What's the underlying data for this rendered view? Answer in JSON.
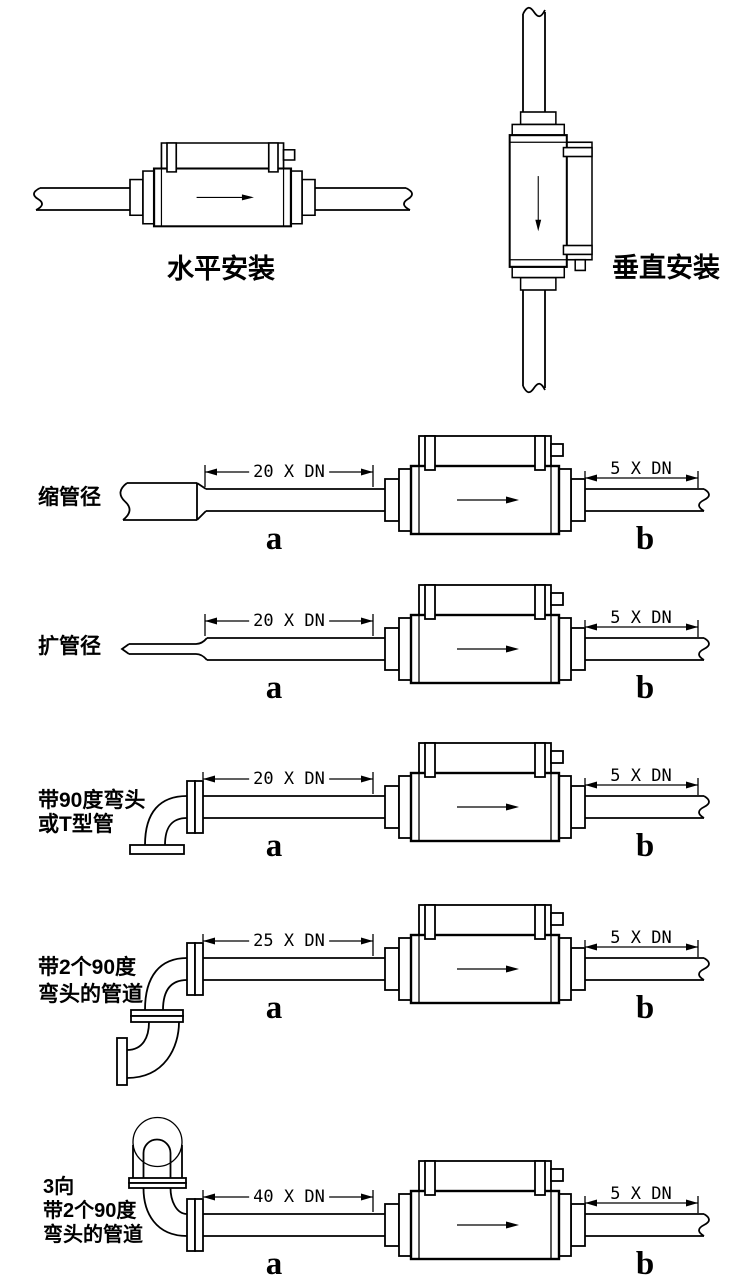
{
  "colors": {
    "background": "#ffffff",
    "line": "#000000"
  },
  "installation": {
    "horizontal_caption": "水平安装",
    "vertical_caption": "垂直安装"
  },
  "rows": [
    {
      "caption_lines": [
        "缩管径"
      ],
      "upstream_dim": "20 X DN",
      "upstream_label": "a",
      "downstream_dim": "5 X DN",
      "downstream_label": "b"
    },
    {
      "caption_lines": [
        "扩管径"
      ],
      "upstream_dim": "20 X DN",
      "upstream_label": "a",
      "downstream_dim": "5 X DN",
      "downstream_label": "b"
    },
    {
      "caption_lines": [
        "带90度弯头",
        "或T型管"
      ],
      "upstream_dim": "20 X DN",
      "upstream_label": "a",
      "downstream_dim": "5 X DN",
      "downstream_label": "b"
    },
    {
      "caption_lines": [
        "带2个90度",
        "弯头的管道"
      ],
      "upstream_dim": "25 X DN",
      "upstream_label": "a",
      "downstream_dim": "5 X DN",
      "downstream_label": "b"
    },
    {
      "caption_lines": [
        "3向",
        "带2个90度",
        "弯头的管道"
      ],
      "upstream_dim": "40 X DN",
      "upstream_label": "a",
      "downstream_dim": "5 X DN",
      "downstream_label": "b"
    }
  ]
}
